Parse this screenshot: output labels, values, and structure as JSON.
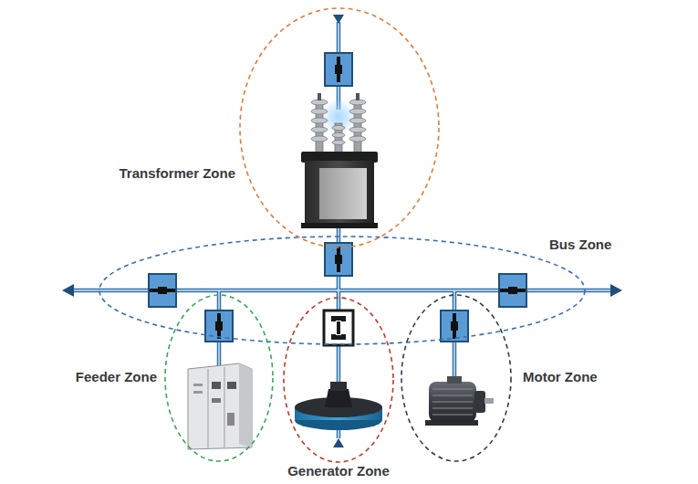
{
  "diagram": {
    "nodes": [
      {
        "text": [
          "Transformer Zone"
        ]
      },
      {
        "text": [
          "Bus Zone"
        ]
      },
      {
        "text": [
          "Feeder Zone"
        ]
      },
      {
        "text": [
          "Generator Zone"
        ]
      },
      {
        "text": [
          "Motor Zone"
        ]
      }
    ]
  }
}
